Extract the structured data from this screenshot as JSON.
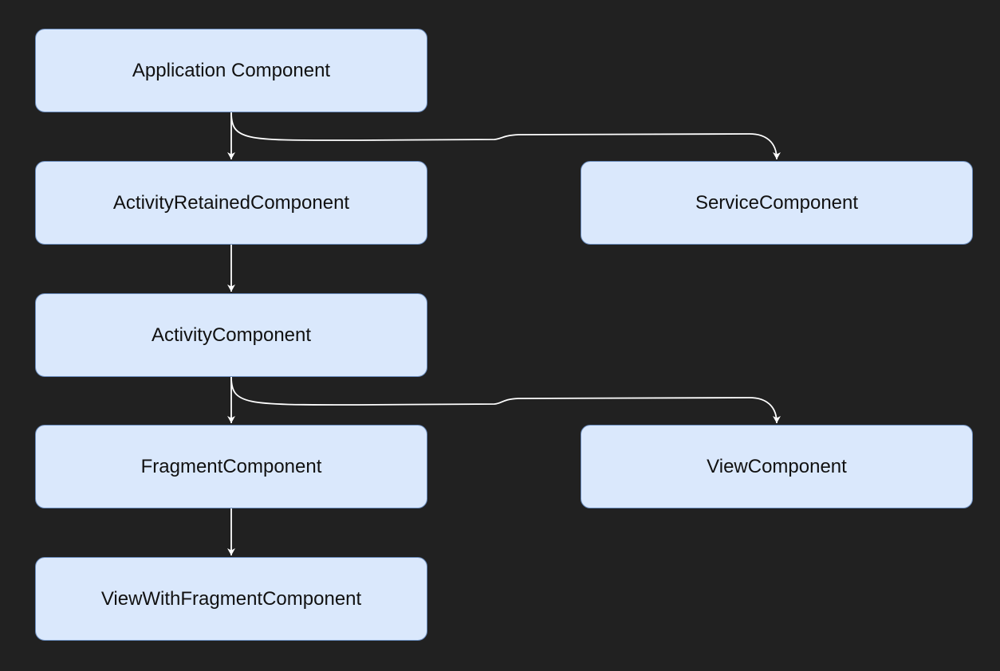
{
  "diagram": {
    "colors": {
      "background": "#212121",
      "node_fill": "#dae8fc",
      "node_border": "#6c8ebf",
      "edge": "#ffffff",
      "text": "#111111"
    },
    "nodes": {
      "application": "Application Component",
      "activity_retained": "ActivityRetainedComponent",
      "service": "ServiceComponent",
      "activity": "ActivityComponent",
      "fragment": "FragmentComponent",
      "view": "ViewComponent",
      "view_with_fragment": "ViewWithFragmentComponent"
    },
    "edges": [
      {
        "from": "application",
        "to": "activity_retained"
      },
      {
        "from": "application",
        "to": "service"
      },
      {
        "from": "activity_retained",
        "to": "activity"
      },
      {
        "from": "activity",
        "to": "fragment"
      },
      {
        "from": "activity",
        "to": "view"
      },
      {
        "from": "fragment",
        "to": "view_with_fragment"
      }
    ]
  }
}
